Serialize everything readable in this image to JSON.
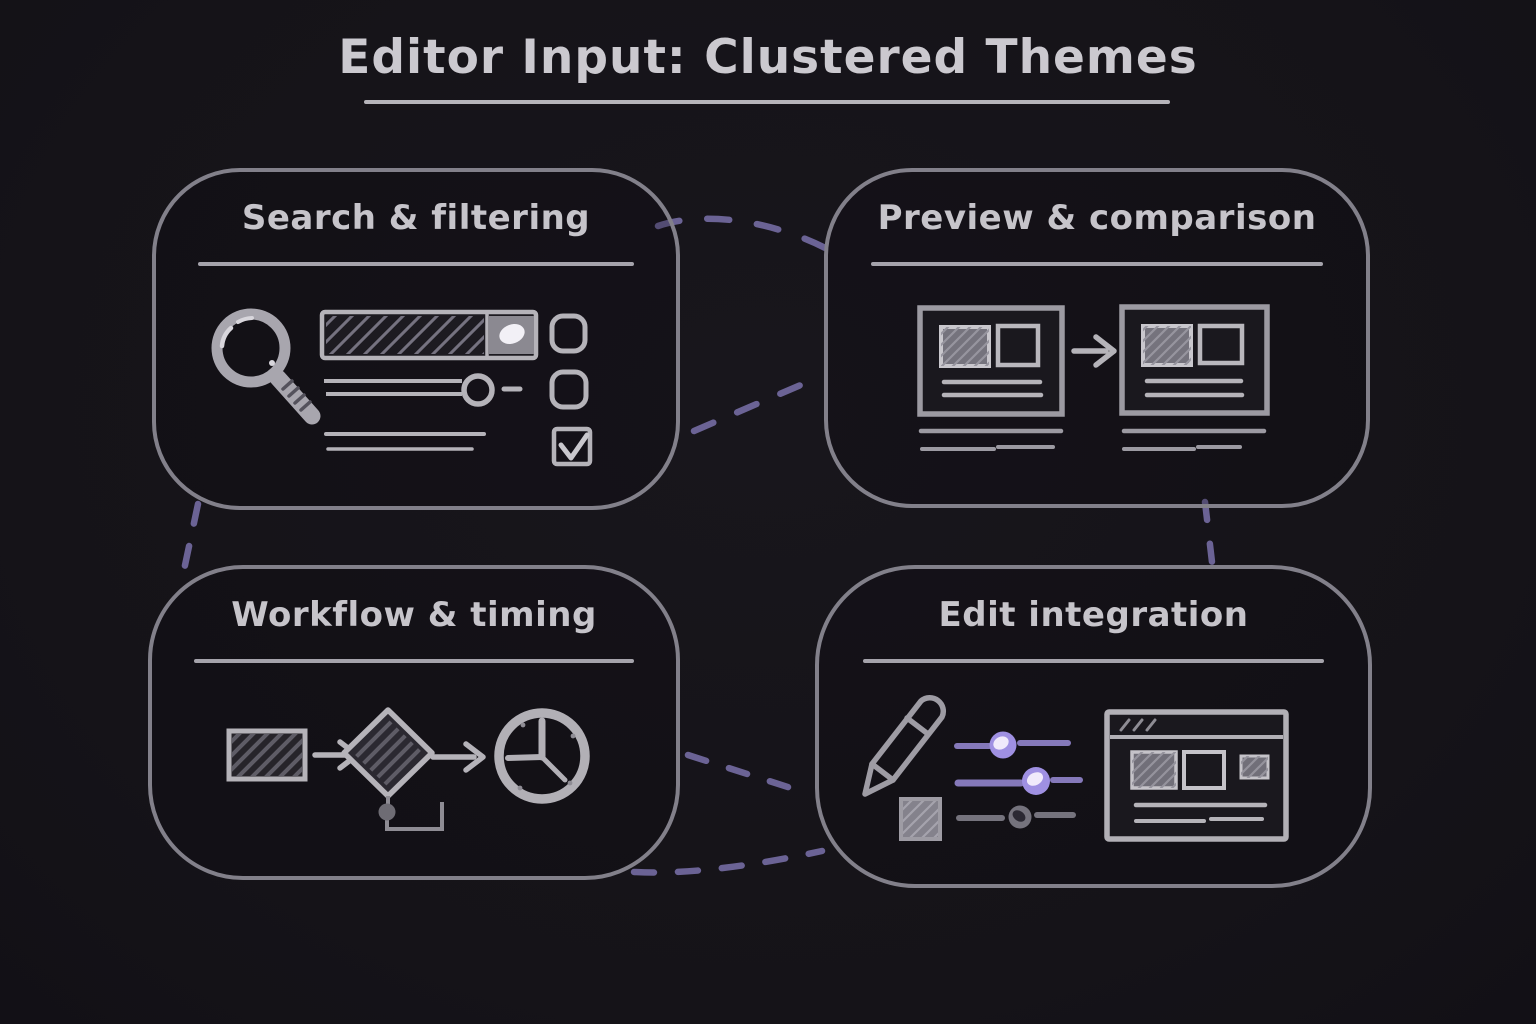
{
  "title": {
    "text": "Editor Input: Clustered Themes"
  },
  "clusters": [
    {
      "id": "search-filtering",
      "label": "Search & filtering",
      "icons": [
        "magnifier-icon",
        "search-bar",
        "search-bar-button-blob",
        "checkbox-icon",
        "slider-row",
        "checkbox-icon",
        "text-lines",
        "checked-checkbox-icon"
      ]
    },
    {
      "id": "preview-comparison",
      "label": "Preview & comparison",
      "icons": [
        "preview-card",
        "arrow-right-icon",
        "preview-card"
      ]
    },
    {
      "id": "workflow-timing",
      "label": "Workflow & timing",
      "icons": [
        "process-rect",
        "arrow-right-icon",
        "decision-diamond",
        "connector-elbow",
        "arrow-right-icon",
        "clock-icon"
      ]
    },
    {
      "id": "edit-integration",
      "label": "Edit integration",
      "icons": [
        "pencil-icon",
        "swatch-square",
        "slider-purple",
        "slider-purple",
        "slider-gray",
        "browser-window"
      ]
    }
  ],
  "connections": [
    {
      "from": "search-filtering",
      "to": "preview-comparison",
      "style": "dashed-arc-upper"
    },
    {
      "from": "search-filtering",
      "to": "preview-comparison",
      "style": "dashed-diagonal-lower"
    },
    {
      "from": "search-filtering",
      "to": "workflow-timing",
      "style": "dashed-vertical"
    },
    {
      "from": "preview-comparison",
      "to": "edit-integration",
      "style": "dashed-vertical"
    },
    {
      "from": "workflow-timing",
      "to": "edit-integration",
      "style": "dashed-diagonal"
    },
    {
      "from": "workflow-timing",
      "to": "edit-integration",
      "style": "dashed-long-bottom"
    }
  ],
  "colors": {
    "background": "#17151b",
    "box_border": "#82808a",
    "text": "#cbc9cf",
    "sketch_gray": "#b5b3b9",
    "fill_gray": "#75737d",
    "connector_purple": "#6b6395",
    "slider_purple_track": "#8579ba",
    "slider_knob_purple": "#9f90e2",
    "slider_knob_highlight": "#f0eafb"
  }
}
